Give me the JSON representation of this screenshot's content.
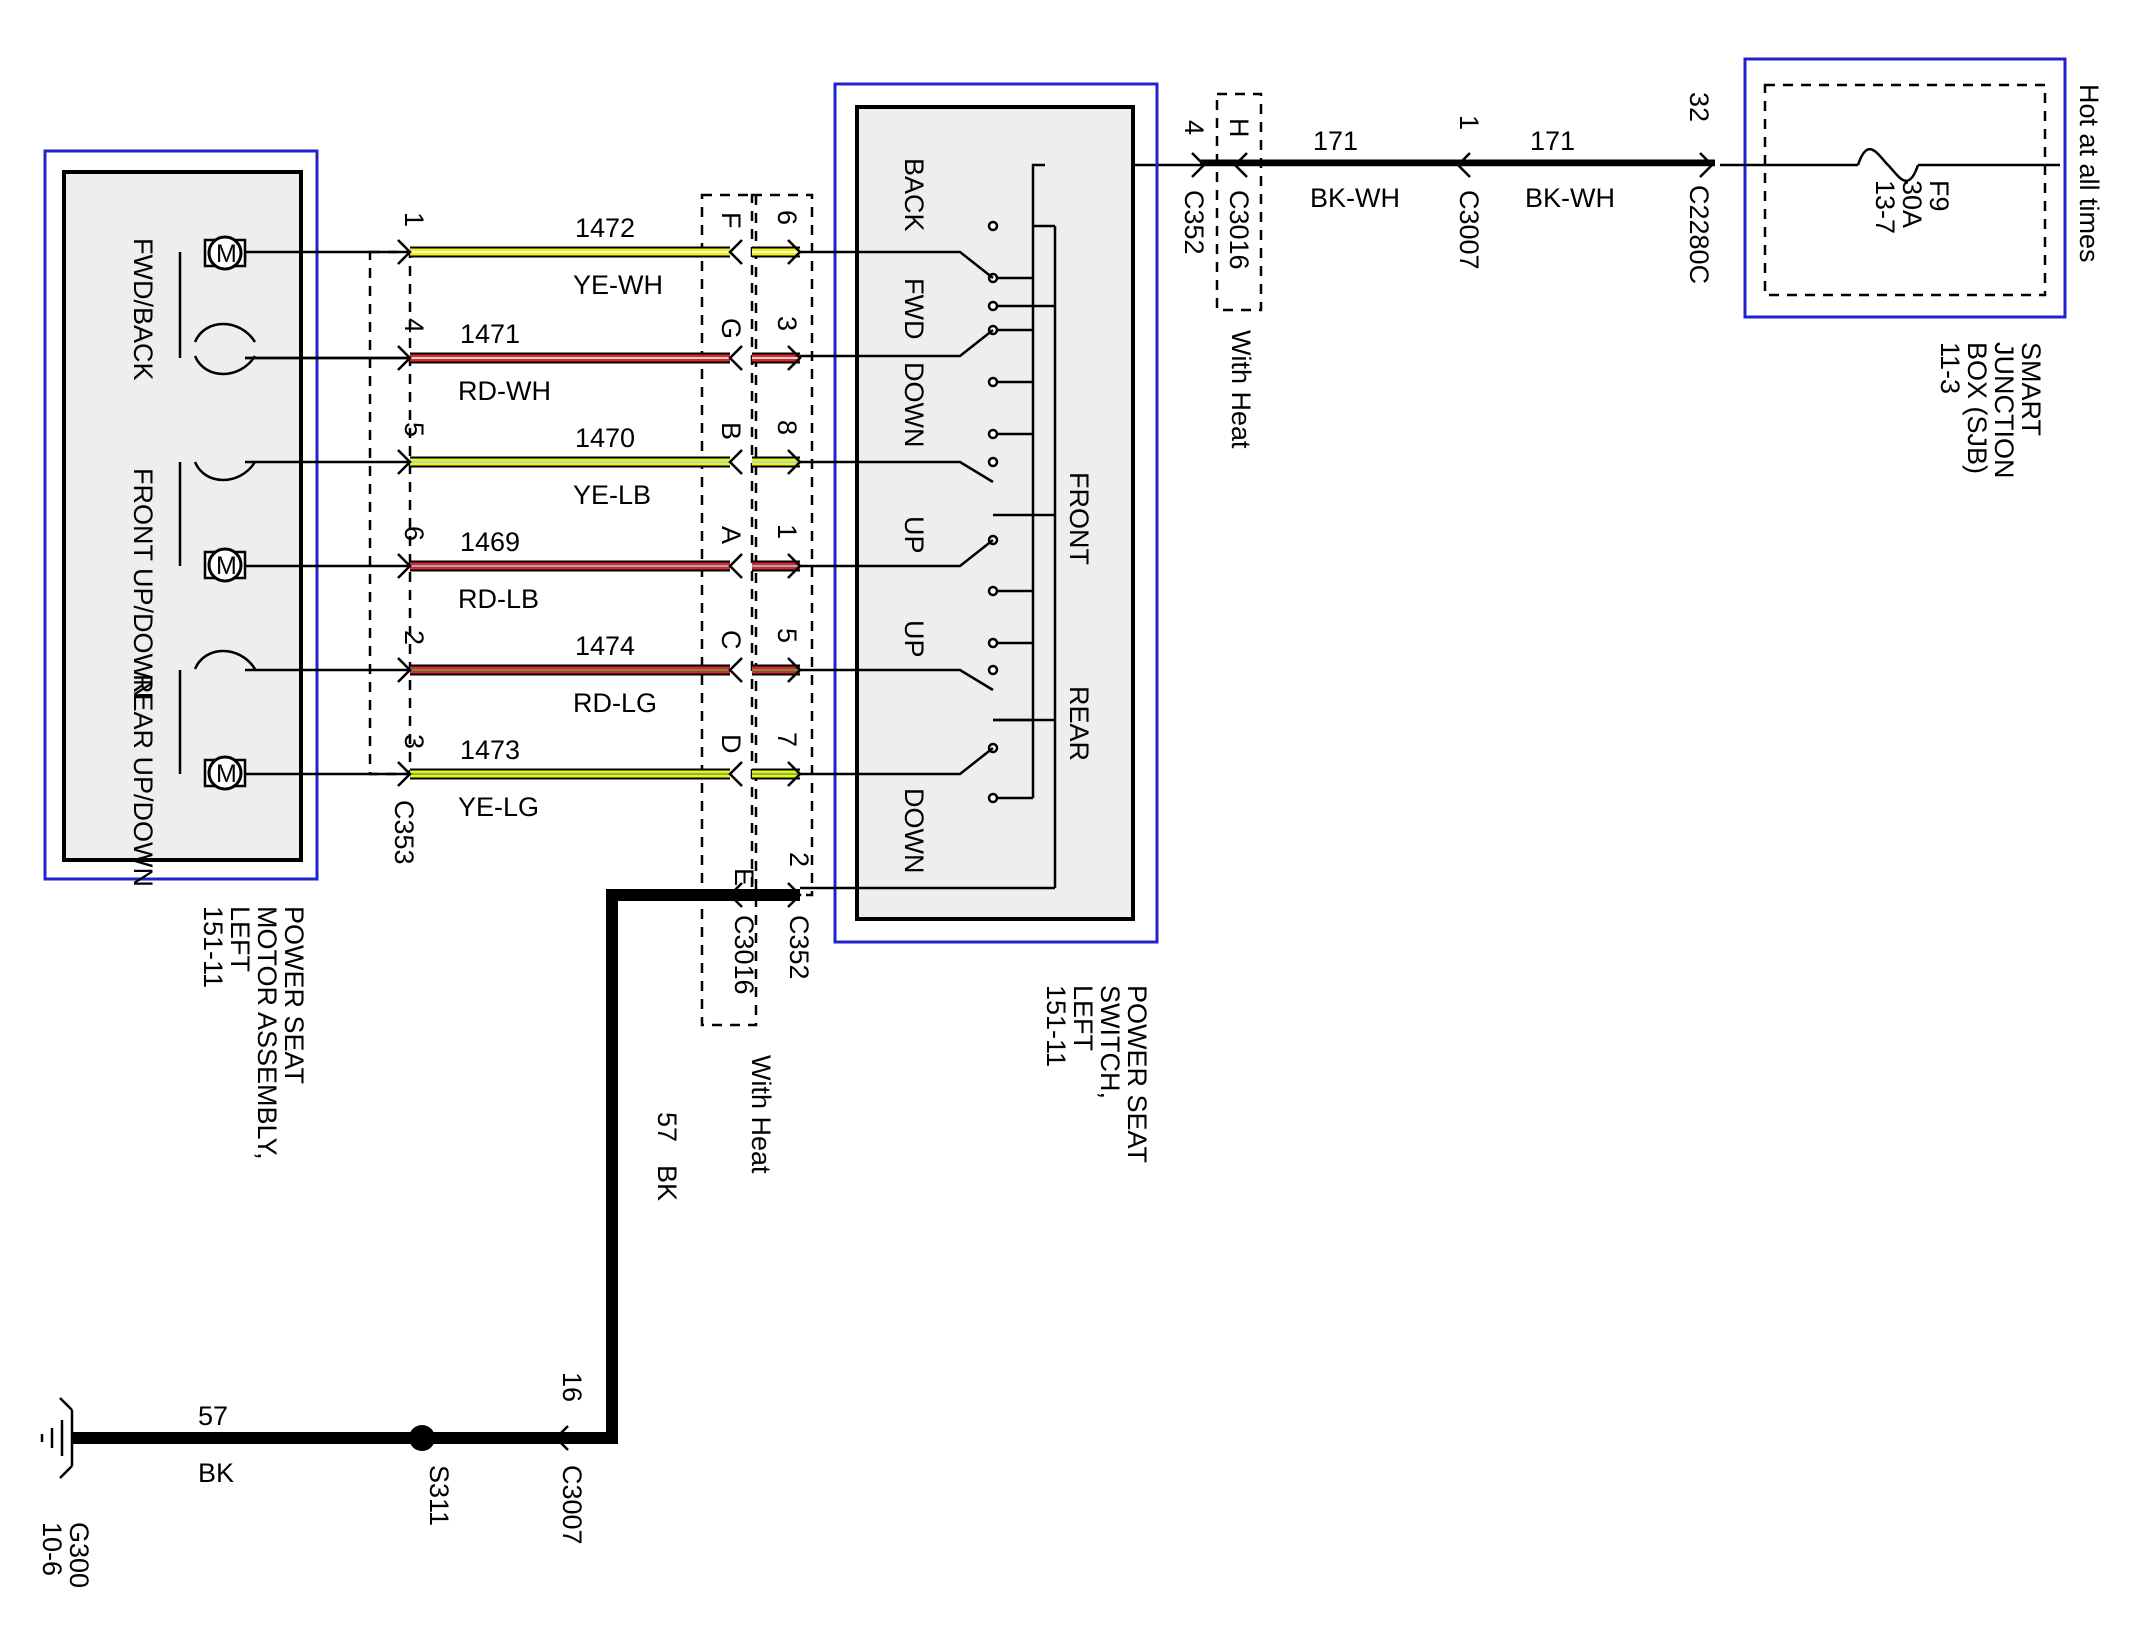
{
  "diagram": {
    "hot_label": "Hot at all times",
    "sjb": {
      "name_lines": [
        "SMART",
        "JUNCTION",
        "BOX (SJB)",
        "11-3"
      ],
      "fuse_lines": [
        "F9",
        "30A",
        "13-7"
      ]
    },
    "feed": {
      "pin_c2280c": "32",
      "connector_c2280c": "C2280C",
      "wire_right_num": "171",
      "wire_right_color": "BK-WH",
      "pin_c3007": "1",
      "connector_c3007": "C3007",
      "wire_left_num": "171",
      "wire_left_color": "BK-WH",
      "pin_h": "H",
      "connector_c3016": "C3016",
      "pin_4": "4",
      "connector_c352": "C352",
      "with_heat": "With Heat"
    },
    "switch": {
      "name_lines": [
        "POWER SEAT",
        "SWITCH,",
        "LEFT",
        "151-11"
      ],
      "positions": [
        "BACK",
        "FWD",
        "DOWN",
        "UP",
        "UP",
        "DOWN"
      ],
      "group_front": "FRONT",
      "group_rear": "REAR"
    },
    "motor": {
      "name_lines": [
        "POWER SEAT",
        "MOTOR ASSEMBLY,",
        "LEFT",
        "151-11"
      ],
      "groups": [
        "FWD/BACK",
        "FRONT UP/DOWN",
        "REAR UP/DOWN"
      ],
      "motor_symbol": "M",
      "connector": "C353"
    },
    "wires": [
      {
        "num": "1472",
        "color": "YE-WH",
        "motor_pin": "1",
        "c3016_pin": "F",
        "c352_pin": "6"
      },
      {
        "num": "1471",
        "color": "RD-WH",
        "motor_pin": "4",
        "c3016_pin": "G",
        "c352_pin": "3"
      },
      {
        "num": "1470",
        "color": "YE-LB",
        "motor_pin": "5",
        "c3016_pin": "B",
        "c352_pin": "8"
      },
      {
        "num": "1469",
        "color": "RD-LB",
        "motor_pin": "6",
        "c3016_pin": "A",
        "c352_pin": "1"
      },
      {
        "num": "1474",
        "color": "RD-LG",
        "motor_pin": "2",
        "c3016_pin": "C",
        "c352_pin": "5"
      },
      {
        "num": "1473",
        "color": "YE-LG",
        "motor_pin": "3",
        "c3016_pin": "D",
        "c352_pin": "7"
      }
    ],
    "ground": {
      "c3016_pin": "E",
      "c352_pin": "2",
      "connector_c3016": "C3016",
      "connector_c352": "C352",
      "with_heat": "With Heat",
      "wire_num": "57",
      "wire_color": "BK",
      "pin_c3007": "16",
      "connector_c3007": "C3007",
      "splice": "S311",
      "wire_num2": "57",
      "wire_color2": "BK",
      "ground_name": "G300",
      "ground_ref": "10-6"
    }
  }
}
